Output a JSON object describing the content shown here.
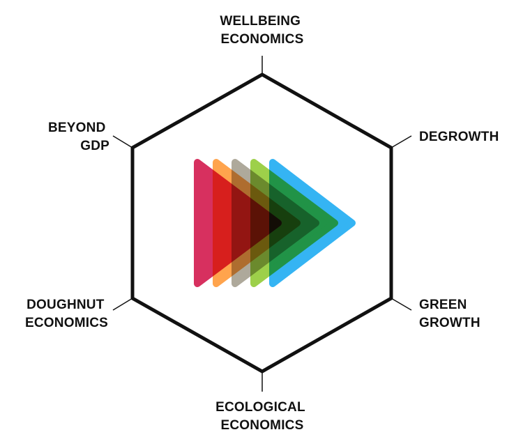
{
  "labels": {
    "top": [
      "WELLBEING",
      "ECONOMICS"
    ],
    "upper_right": [
      "DEGROWTH"
    ],
    "lower_right": [
      "GREEN",
      "GROWTH"
    ],
    "bottom": [
      "ECOLOGICAL",
      "ECONOMICS"
    ],
    "lower_left": [
      "DOUGHNUT",
      "ECONOMICS"
    ],
    "upper_left": [
      "BEYOND",
      "GDP"
    ]
  },
  "colors": {
    "hexagon_stroke": "#111111",
    "triangles": [
      "#d7305f",
      "#ff8a1a",
      "#a09a8a",
      "#8cc82a",
      "#19aaf2"
    ]
  },
  "icons": [
    "hexagon-frame",
    "layered-play-triangles"
  ]
}
